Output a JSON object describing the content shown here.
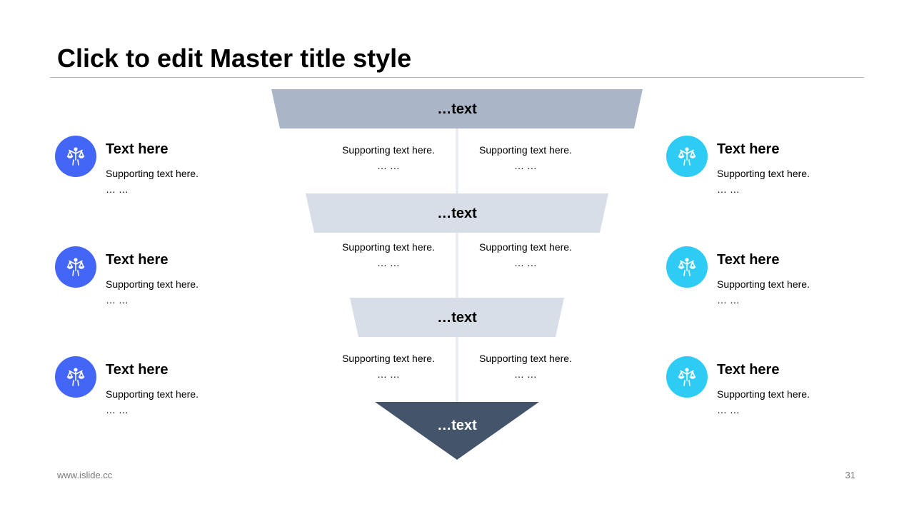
{
  "title": "Click to edit Master title style",
  "footer": {
    "website": "www.islide.cc",
    "page_number": "31"
  },
  "colors": {
    "blue": "#4466f7",
    "cyan": "#2ecbf4",
    "stage1": "#aab6c8",
    "stage_light": "#d8dee7",
    "stage_dark": "#44546b"
  },
  "funnel": {
    "stages": [
      {
        "label": "…text"
      },
      {
        "label": "…text"
      },
      {
        "label": "…text"
      },
      {
        "label": "…text"
      }
    ],
    "supporting": [
      {
        "left": "Supporting text here.\n… …",
        "right": "Supporting text here.\n… …"
      },
      {
        "left": "Supporting text here.\n… …",
        "right": "Supporting text here.\n… …"
      },
      {
        "left": "Supporting text here.\n… …",
        "right": "Supporting text here.\n… …"
      }
    ]
  },
  "left_items": [
    {
      "icon": "balance-person-icon",
      "title": "Text here",
      "sub": "Supporting text here.\n… …"
    },
    {
      "icon": "balance-person-icon",
      "title": "Text here",
      "sub": "Supporting text here.\n… …"
    },
    {
      "icon": "balance-person-icon",
      "title": "Text here",
      "sub": "Supporting text here.\n… …"
    }
  ],
  "right_items": [
    {
      "icon": "balance-person-icon",
      "title": "Text here",
      "sub": "Supporting text here.\n… …"
    },
    {
      "icon": "balance-person-icon",
      "title": "Text here",
      "sub": "Supporting text here.\n… …"
    },
    {
      "icon": "balance-person-icon",
      "title": "Text here",
      "sub": "Supporting text here.\n… …"
    }
  ]
}
